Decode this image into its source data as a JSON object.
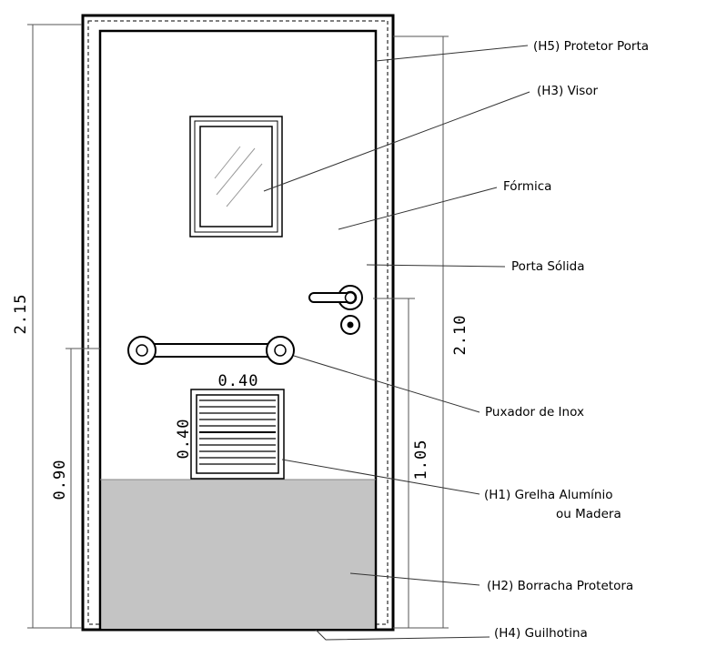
{
  "labels": {
    "h5_protetor": "(H5) Protetor Porta",
    "h3_visor": "(H3) Visor",
    "formica": "Fórmica",
    "porta_solida": "Porta Sólida",
    "puxador": "Puxador de Inox",
    "h1_grelha_line1": "(H1) Grelha Alumínio",
    "h1_grelha_line2": "ou Madera",
    "h2_borracha": "(H2) Borracha Protetora",
    "h4_guilhotina": "(H4) Guilhotina"
  },
  "dimensions": {
    "total_height": "2.15",
    "door_height": "2.10",
    "handle_height": "1.05",
    "bar_height": "0.90",
    "grille_width": "0.40",
    "grille_height": "0.40"
  },
  "colors": {
    "outline": "#000000",
    "kickplate": "#c4c4c4",
    "line": "#333333"
  }
}
